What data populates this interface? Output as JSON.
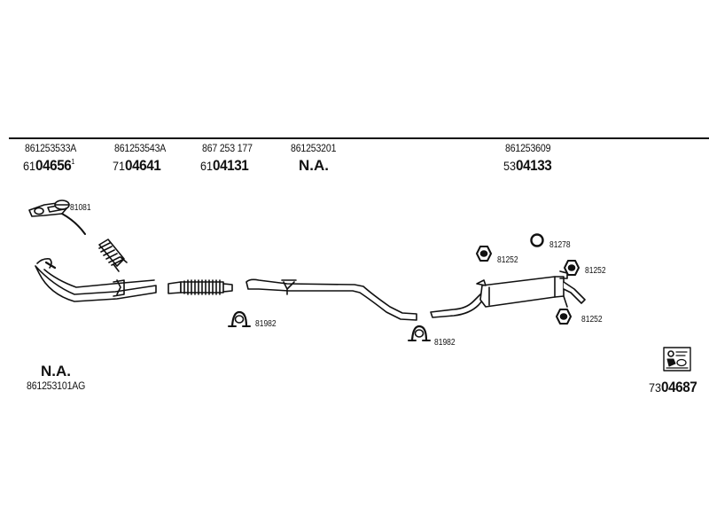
{
  "columns": [
    {
      "oe": "861253533A",
      "prefix": "61",
      "number": "04656",
      "note": "1"
    },
    {
      "oe": "861253543A",
      "prefix": "71",
      "number": "04641",
      "note": ""
    },
    {
      "oe": "867 253 177",
      "prefix": "61",
      "number": "04131",
      "note": ""
    },
    {
      "oe": "861253201",
      "prefix": "",
      "number": "N.A.",
      "note": ""
    },
    {
      "oe": "861253609",
      "prefix": "53",
      "number": "04133",
      "note": ""
    }
  ],
  "fittings": {
    "gasket": "81081",
    "clamp_left": "81982",
    "clamp_mid": "81982",
    "ring": "81278",
    "mount_top": "81252",
    "mount_right": "81252",
    "mount_bottom": "81252"
  },
  "front_pipe": {
    "na": "N.A.",
    "oe": "861253101AG"
  },
  "kit": {
    "prefix": "73",
    "number": "04687"
  }
}
